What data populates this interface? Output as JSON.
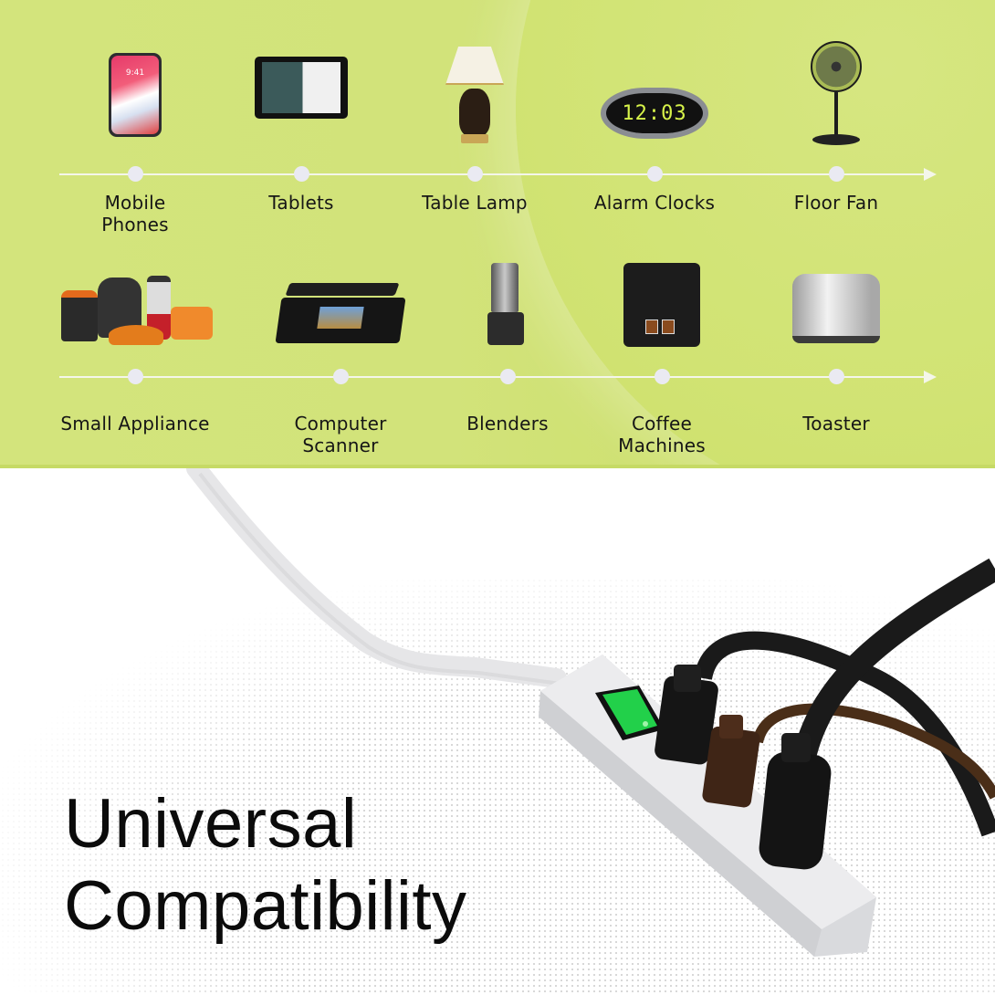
{
  "banner": {
    "background_color": "#d2e37a",
    "accent_glow_color": "#cadf66",
    "timeline_color": "#f4f6ea",
    "dot_color": "#eaeaf2"
  },
  "rows": [
    {
      "items": [
        {
          "label": "Mobile\nPhones",
          "icon": "smartphone-icon",
          "screen_text": "9:41"
        },
        {
          "label": "Tablets",
          "icon": "tablet-icon"
        },
        {
          "label": "Table Lamp",
          "icon": "table-lamp-icon"
        },
        {
          "label": "Alarm Clocks",
          "icon": "alarm-clock-icon",
          "display_text": "12:03"
        },
        {
          "label": "Floor Fan",
          "icon": "floor-fan-icon"
        }
      ]
    },
    {
      "items": [
        {
          "label": "Small Appliance",
          "icon": "small-appliances-icon"
        },
        {
          "label": "Computer\nScanner",
          "icon": "scanner-icon"
        },
        {
          "label": "Blenders",
          "icon": "blender-icon"
        },
        {
          "label": "Coffee\nMachines",
          "icon": "coffee-machine-icon"
        },
        {
          "label": "Toaster",
          "icon": "toaster-icon"
        }
      ]
    }
  ],
  "headline": {
    "line1": "Universal",
    "line2": "Compatibility",
    "color": "#0b0b0b"
  },
  "product": {
    "name": "power-strip",
    "switch_color": "#22d04a",
    "body_color": "#e9eaec",
    "plug_colors": [
      "#1a1a1a",
      "#3f2516",
      "#1a1a1a"
    ]
  }
}
